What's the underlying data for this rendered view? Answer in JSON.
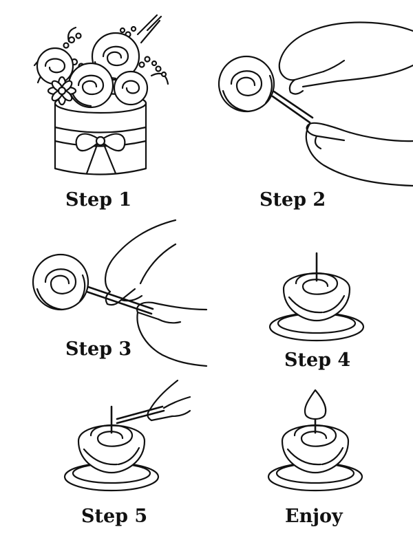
{
  "steps": [
    {
      "id": "step-1",
      "label": "Step 1"
    },
    {
      "id": "step-2",
      "label": "Step 2"
    },
    {
      "id": "step-3",
      "label": "Step 3"
    },
    {
      "id": "step-4",
      "label": "Step 4"
    },
    {
      "id": "step-5",
      "label": "Step 5"
    },
    {
      "id": "enjoy",
      "label": "Enjoy"
    }
  ],
  "colors": {
    "ink": "#111111",
    "paper": "#ffffff"
  }
}
